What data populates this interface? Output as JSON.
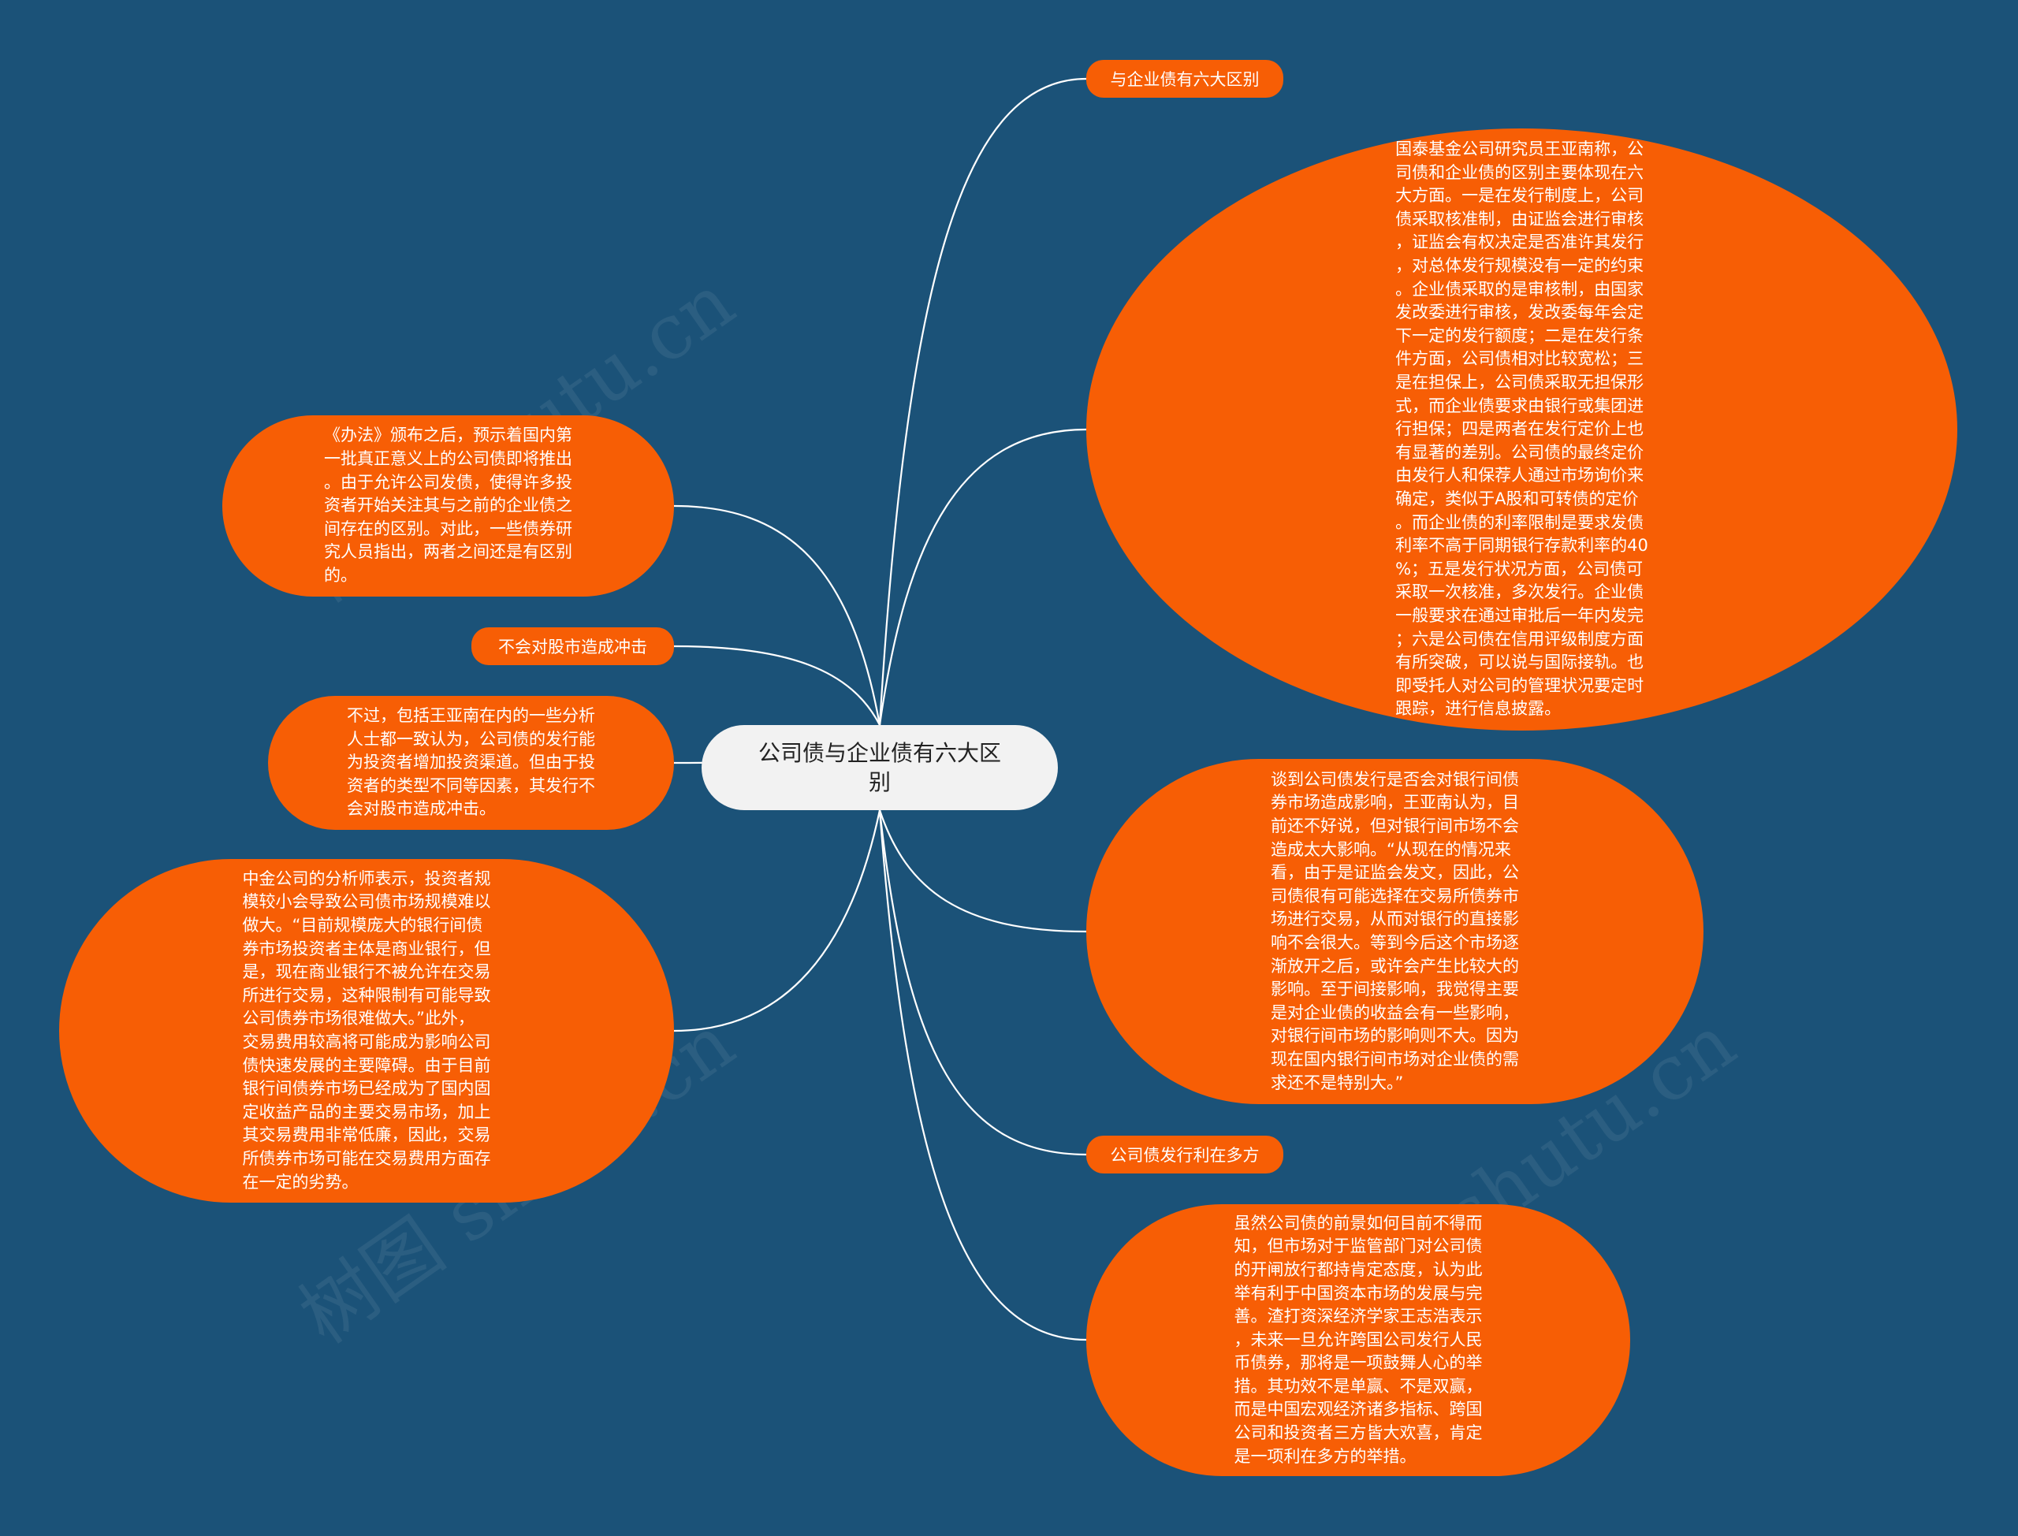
{
  "colors": {
    "background": "#1b5278",
    "node": "#f75e05",
    "root": "#f2f2f2",
    "edge": "#ffffff"
  },
  "root": {
    "text": "公司债与企业债有六大区\n别"
  },
  "right": {
    "label1": "与企业债有六大区别",
    "detail1": "国泰基金公司研究员王亚南称，公\n司债和企业债的区别主要体现在六\n大方面。一是在发行制度上，公司\n债采取核准制，由证监会进行审核\n，证监会有权决定是否准许其发行\n，对总体发行规模没有一定的约束\n。企业债采取的是审核制，由国家\n发改委进行审核，发改委每年会定\n下一定的发行额度；二是在发行条\n件方面，公司债相对比较宽松；三\n是在担保上，公司债采取无担保形\n式，而企业债要求由银行或集团进\n行担保；四是两者在发行定价上也\n有显著的差别。公司债的最终定价\n由发行人和保荐人通过市场询价来\n确定，类似于A股和可转债的定价\n。而企业债的利率限制是要求发债\n利率不高于同期银行存款利率的40\n%；五是发行状况方面，公司债可\n采取一次核准，多次发行。企业债\n一般要求在通过审批后一年内发完\n；六是公司债在信用评级制度方面\n有所突破，可以说与国际接轨。也\n即受托人对公司的管理状况要定时\n跟踪，进行信息披露。",
    "detail2": "谈到公司债发行是否会对银行间债\n券市场造成影响，王亚南认为，目\n前还不好说，但对银行间市场不会\n造成太大影响。“从现在的情况来\n看，由于是证监会发文，因此，公\n司债很有可能选择在交易所债券市\n场进行交易，从而对银行的直接影\n响不会很大。等到今后这个市场逐\n渐放开之后，或许会产生比较大的\n影响。至于间接影响，我觉得主要\n是对企业债的收益会有一些影响，\n对银行间市场的影响则不大。因为\n现在国内银行间市场对企业债的需\n求还不是特别大。”",
    "label2": "公司债发行利在多方",
    "detail3": "虽然公司债的前景如何目前不得而\n知，但市场对于监管部门对公司债\n的开闸放行都持肯定态度，认为此\n举有利于中国资本市场的发展与完\n善。渣打资深经济学家王志浩表示\n，未来一旦允许跨国公司发行人民\n币债券，那将是一项鼓舞人心的举\n措。其功效不是单赢、不是双赢，\n而是中国宏观经济诸多指标、跨国\n公司和投资者三方皆大欢喜，肯定\n是一项利在多方的举措。"
  },
  "left": {
    "detail1": "《办法》颁布之后，预示着国内第\n一批真正意义上的公司债即将推出\n。由于允许公司发债，使得许多投\n资者开始关注其与之前的企业债之\n间存在的区别。对此，一些债券研\n究人员指出，两者之间还是有区别\n的。",
    "label1": "不会对股市造成冲击",
    "detail2": "不过，包括王亚南在内的一些分析\n人士都一致认为，公司债的发行能\n为投资者增加投资渠道。但由于投\n资者的类型不同等因素，其发行不\n会对股市造成冲击。",
    "detail3": "中金公司的分析师表示，投资者规\n模较小会导致公司债市场规模难以\n做大。“目前规模庞大的银行间债\n券市场投资者主体是商业银行，但\n是，现在商业银行不被允许在交易\n所进行交易，这种限制有可能导致\n公司债券市场很难做大。”此外，\n交易费用较高将可能成为影响公司\n债快速发展的主要障碍。由于目前\n银行间债券市场已经成为了国内固\n定收益产品的主要交易市场，加上\n其交易费用非常低廉，因此，交易\n所债券市场可能在交易费用方面存\n在一定的劣势。"
  },
  "watermark": "树图 shutu.cn"
}
